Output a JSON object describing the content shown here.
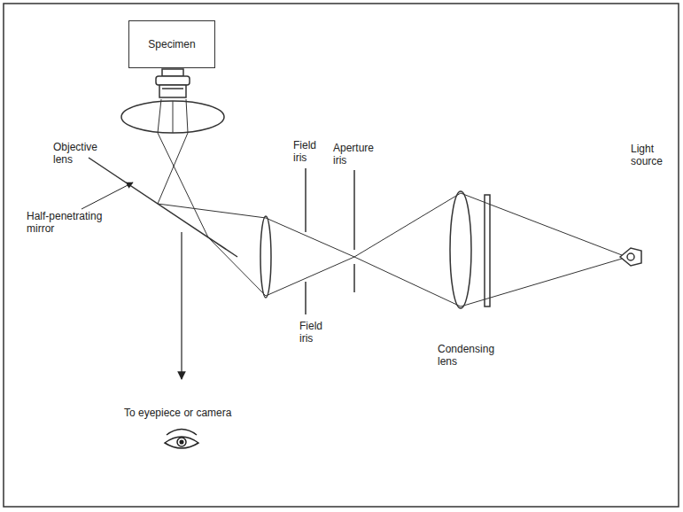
{
  "diagram": {
    "nodes": [
      {
        "text": [
          "Specimen"
        ]
      }
    ],
    "labels": [
      "Objective lens",
      "Field iris",
      "Aperture iris",
      "Light source",
      "Half-penetrating mirror",
      "Field iris",
      "Condensing lens",
      "To eyepiece or camera"
    ]
  }
}
